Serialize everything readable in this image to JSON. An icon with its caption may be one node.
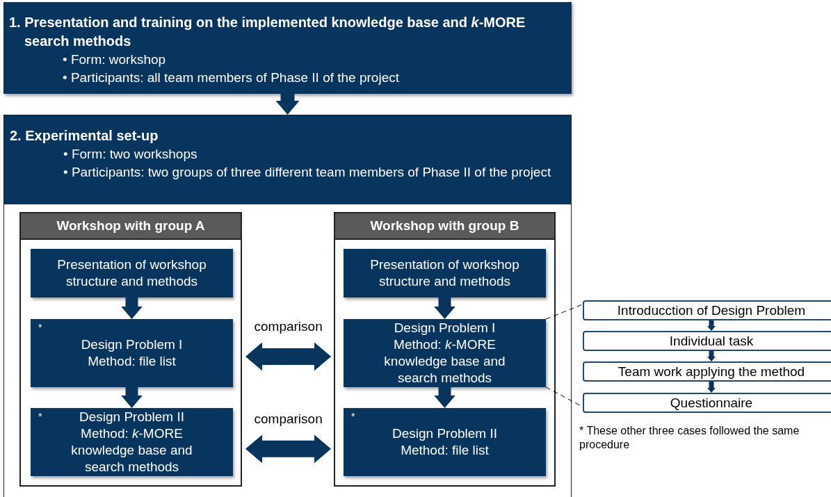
{
  "diagram": {
    "nodes": [
      {
        "text": [
          "1. Presentation and training on the implemented knowledge base and *k*-MORE search methods",
          "• Form: workshop",
          "• Participants: all team members of Phase II of the project"
        ]
      },
      {
        "text": [
          "2. Experimental set-up",
          "• Form: two workshops",
          "• Participants: two groups of three different team members of Phase II of the project"
        ]
      },
      {
        "text": [
          "Workshop with group A"
        ],
        "in": 1
      },
      {
        "text": [
          "Presentation of workshop structure and methods"
        ],
        "in": 2
      },
      {
        "text": [
          "*",
          "Design Problem I Method: file list"
        ],
        "in": 2
      },
      {
        "text": [
          "*",
          "Design Problem II Method: *k*-MORE knowledge base and search methods"
        ],
        "in": 2
      },
      {
        "text": [
          "Workshop with group B"
        ],
        "in": 1
      },
      {
        "text": [
          "Presentation of workshop structure and methods"
        ],
        "in": 6
      },
      {
        "text": [
          "Design Problem I Method: *k*-MORE knowledge base and search methods"
        ],
        "in": 6
      },
      {
        "text": [
          "*",
          "Design Problem II Method: file list"
        ],
        "in": 6
      },
      {
        "text": [
          "Introducction of Design Problem"
        ]
      },
      {
        "text": [
          "Individual task"
        ]
      },
      {
        "text": [
          "Team work applying the method"
        ]
      },
      {
        "text": [
          "Questionnaire"
        ]
      }
    ],
    "edges": [
      {
        "from": 0,
        "to": 1,
        "arrow": "to"
      },
      {
        "from": 3,
        "to": 4,
        "arrow": "to"
      },
      {
        "from": 4,
        "to": 5,
        "arrow": "to"
      },
      {
        "from": 7,
        "to": 8,
        "arrow": "to"
      },
      {
        "from": 8,
        "to": 9,
        "arrow": "to"
      },
      {
        "from": 4,
        "to": 8,
        "arrow": "both",
        "label": "comparison"
      },
      {
        "from": 5,
        "to": 9,
        "arrow": "both",
        "label": "comparison"
      },
      {
        "from": 8,
        "to": 10,
        "arrow": "none",
        "style": "dashed",
        "color": "#000000"
      },
      {
        "from": 8,
        "to": 13,
        "arrow": "none",
        "style": "dashed",
        "color": "#000000"
      },
      {
        "from": 10,
        "to": 11,
        "arrow": "to"
      },
      {
        "from": 11,
        "to": 12,
        "arrow": "to"
      },
      {
        "from": 12,
        "to": 13,
        "arrow": "to"
      }
    ],
    "labels": [
      "* These other three cases followed the same procedure"
    ]
  }
}
